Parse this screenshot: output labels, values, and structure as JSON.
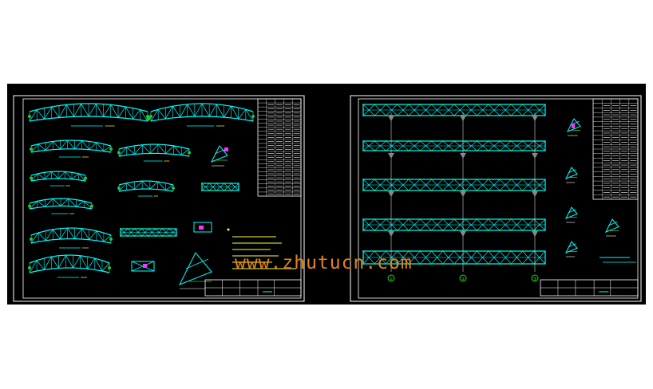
{
  "watermark": "www.zhutucn.com",
  "colors": {
    "background": "#ffffff",
    "viewport": "#000000",
    "frame": "#ffffff",
    "truss": "#00ffff",
    "node": "#22cc22",
    "accent": "#ff33ff",
    "notes": "#ffff33",
    "watermark": "#f08a1c"
  },
  "sheets": [
    {
      "id": "sheet-left",
      "content": "truss elevations, notes, schedule table"
    },
    {
      "id": "sheet-right",
      "content": "truss plans and node details"
    }
  ],
  "grid_axes": [
    "①",
    "②",
    "③"
  ]
}
